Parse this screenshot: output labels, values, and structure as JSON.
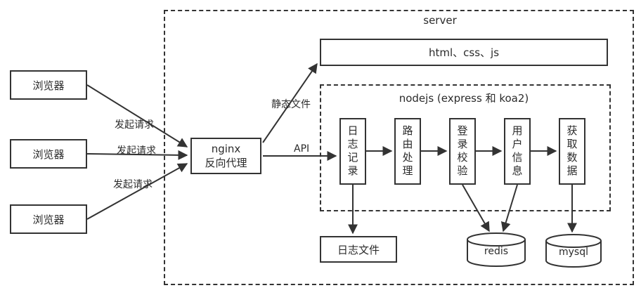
{
  "diagram": {
    "clients": [
      {
        "label": "浏览器"
      },
      {
        "label": "浏览器"
      },
      {
        "label": "浏览器"
      }
    ],
    "request_labels": [
      "发起请求",
      "发起请求",
      "发起请求"
    ],
    "nginx": {
      "line1": "nginx",
      "line2": "反向代理"
    },
    "server": {
      "title": "server",
      "static_box_label": "html、css、js",
      "static_arrow_label": "静态文件",
      "api_arrow_label": "API",
      "nodejs": {
        "title": "nodejs (express 和 koa2)",
        "pipeline": [
          "日志记录",
          "路由处理",
          "登录校验",
          "用户信息",
          "获取数据"
        ]
      },
      "log_file_box_label": "日志文件",
      "databases": [
        {
          "label": "redis"
        },
        {
          "label": "mysql"
        }
      ]
    },
    "colors": {
      "line": "#333333",
      "background": "#ffffff"
    }
  }
}
